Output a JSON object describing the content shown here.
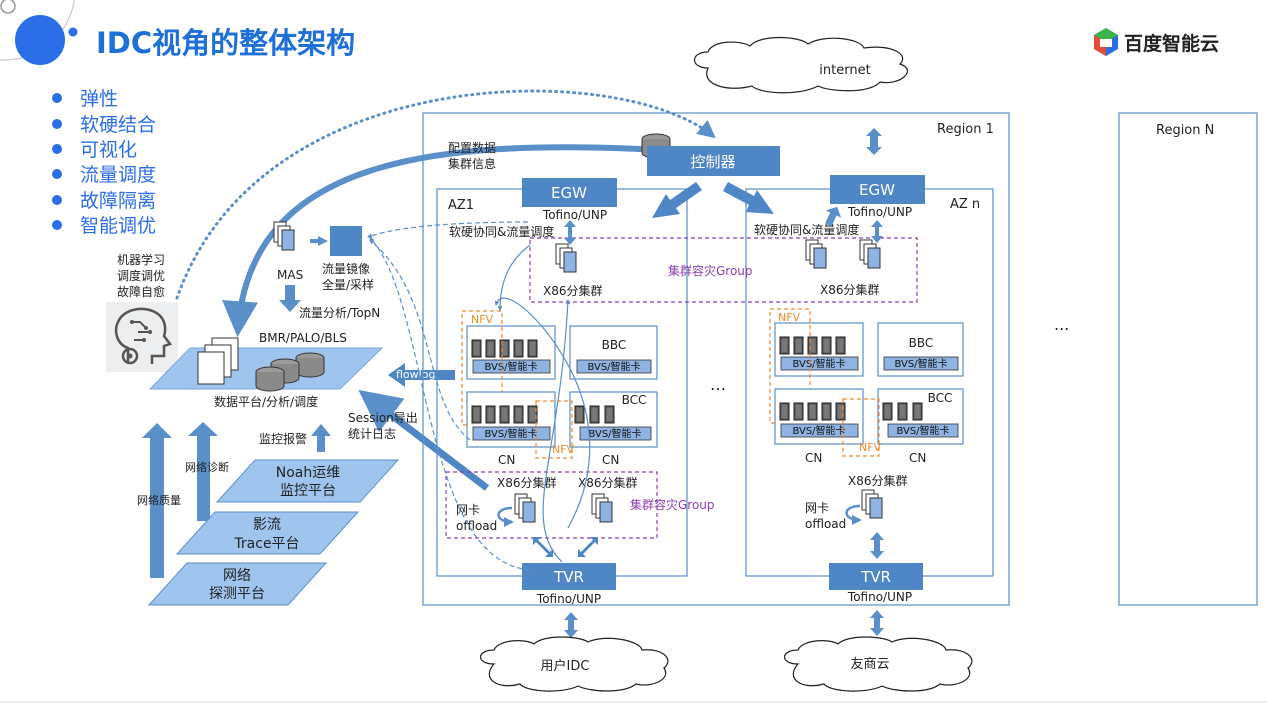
{
  "title": "IDC视角的整体架构",
  "logo_text": "百度智能云",
  "bullets": [
    "弹性",
    "软硬结合",
    "可视化",
    "流量调度",
    "故障隔离",
    "智能调优"
  ],
  "ml_text": [
    "机器学习",
    "调度调优",
    "故障自愈"
  ],
  "internet": "internet",
  "region1": "Region 1",
  "regionN": "Region N",
  "config_text": [
    "配置数据",
    "集群信息"
  ],
  "controller": "控制器",
  "egw": "EGW",
  "tofino": "Tofino/UNP",
  "az1": "AZ1",
  "azn": "AZ n",
  "hw_sw_flow": "软硬协同&流量调度",
  "x86_cluster": "X86分集群",
  "dr_group": "集群容灾Group",
  "mas": "MAS",
  "mirror_text": [
    "流量镜像",
    "全量/采样"
  ],
  "flow_analysis": "流量分析/TopN",
  "bmr": "BMR/PALO/BLS",
  "data_platform": "数据平台/分析/调度",
  "flowlog": "flowlog",
  "session_text": [
    "Session导出",
    "统计日志"
  ],
  "monitor_alarm": "监控报警",
  "net_diag": "网络诊断",
  "net_quality": "网络质量",
  "noah": [
    "Noah运维",
    "监控平台"
  ],
  "trace": [
    "影流",
    "Trace平台"
  ],
  "probe": [
    "网络",
    "探测平台"
  ],
  "nfv": "NFV",
  "bbc": "BBC",
  "bcc": "BCC",
  "bvs": "BVS/智能卡",
  "cn": "CN",
  "nic": [
    "网卡",
    "offload"
  ],
  "tvr": "TVR",
  "user_idc": "用户IDC",
  "friend_cloud": "友商云",
  "ellipsis": "…",
  "ellipsis3": "..."
}
